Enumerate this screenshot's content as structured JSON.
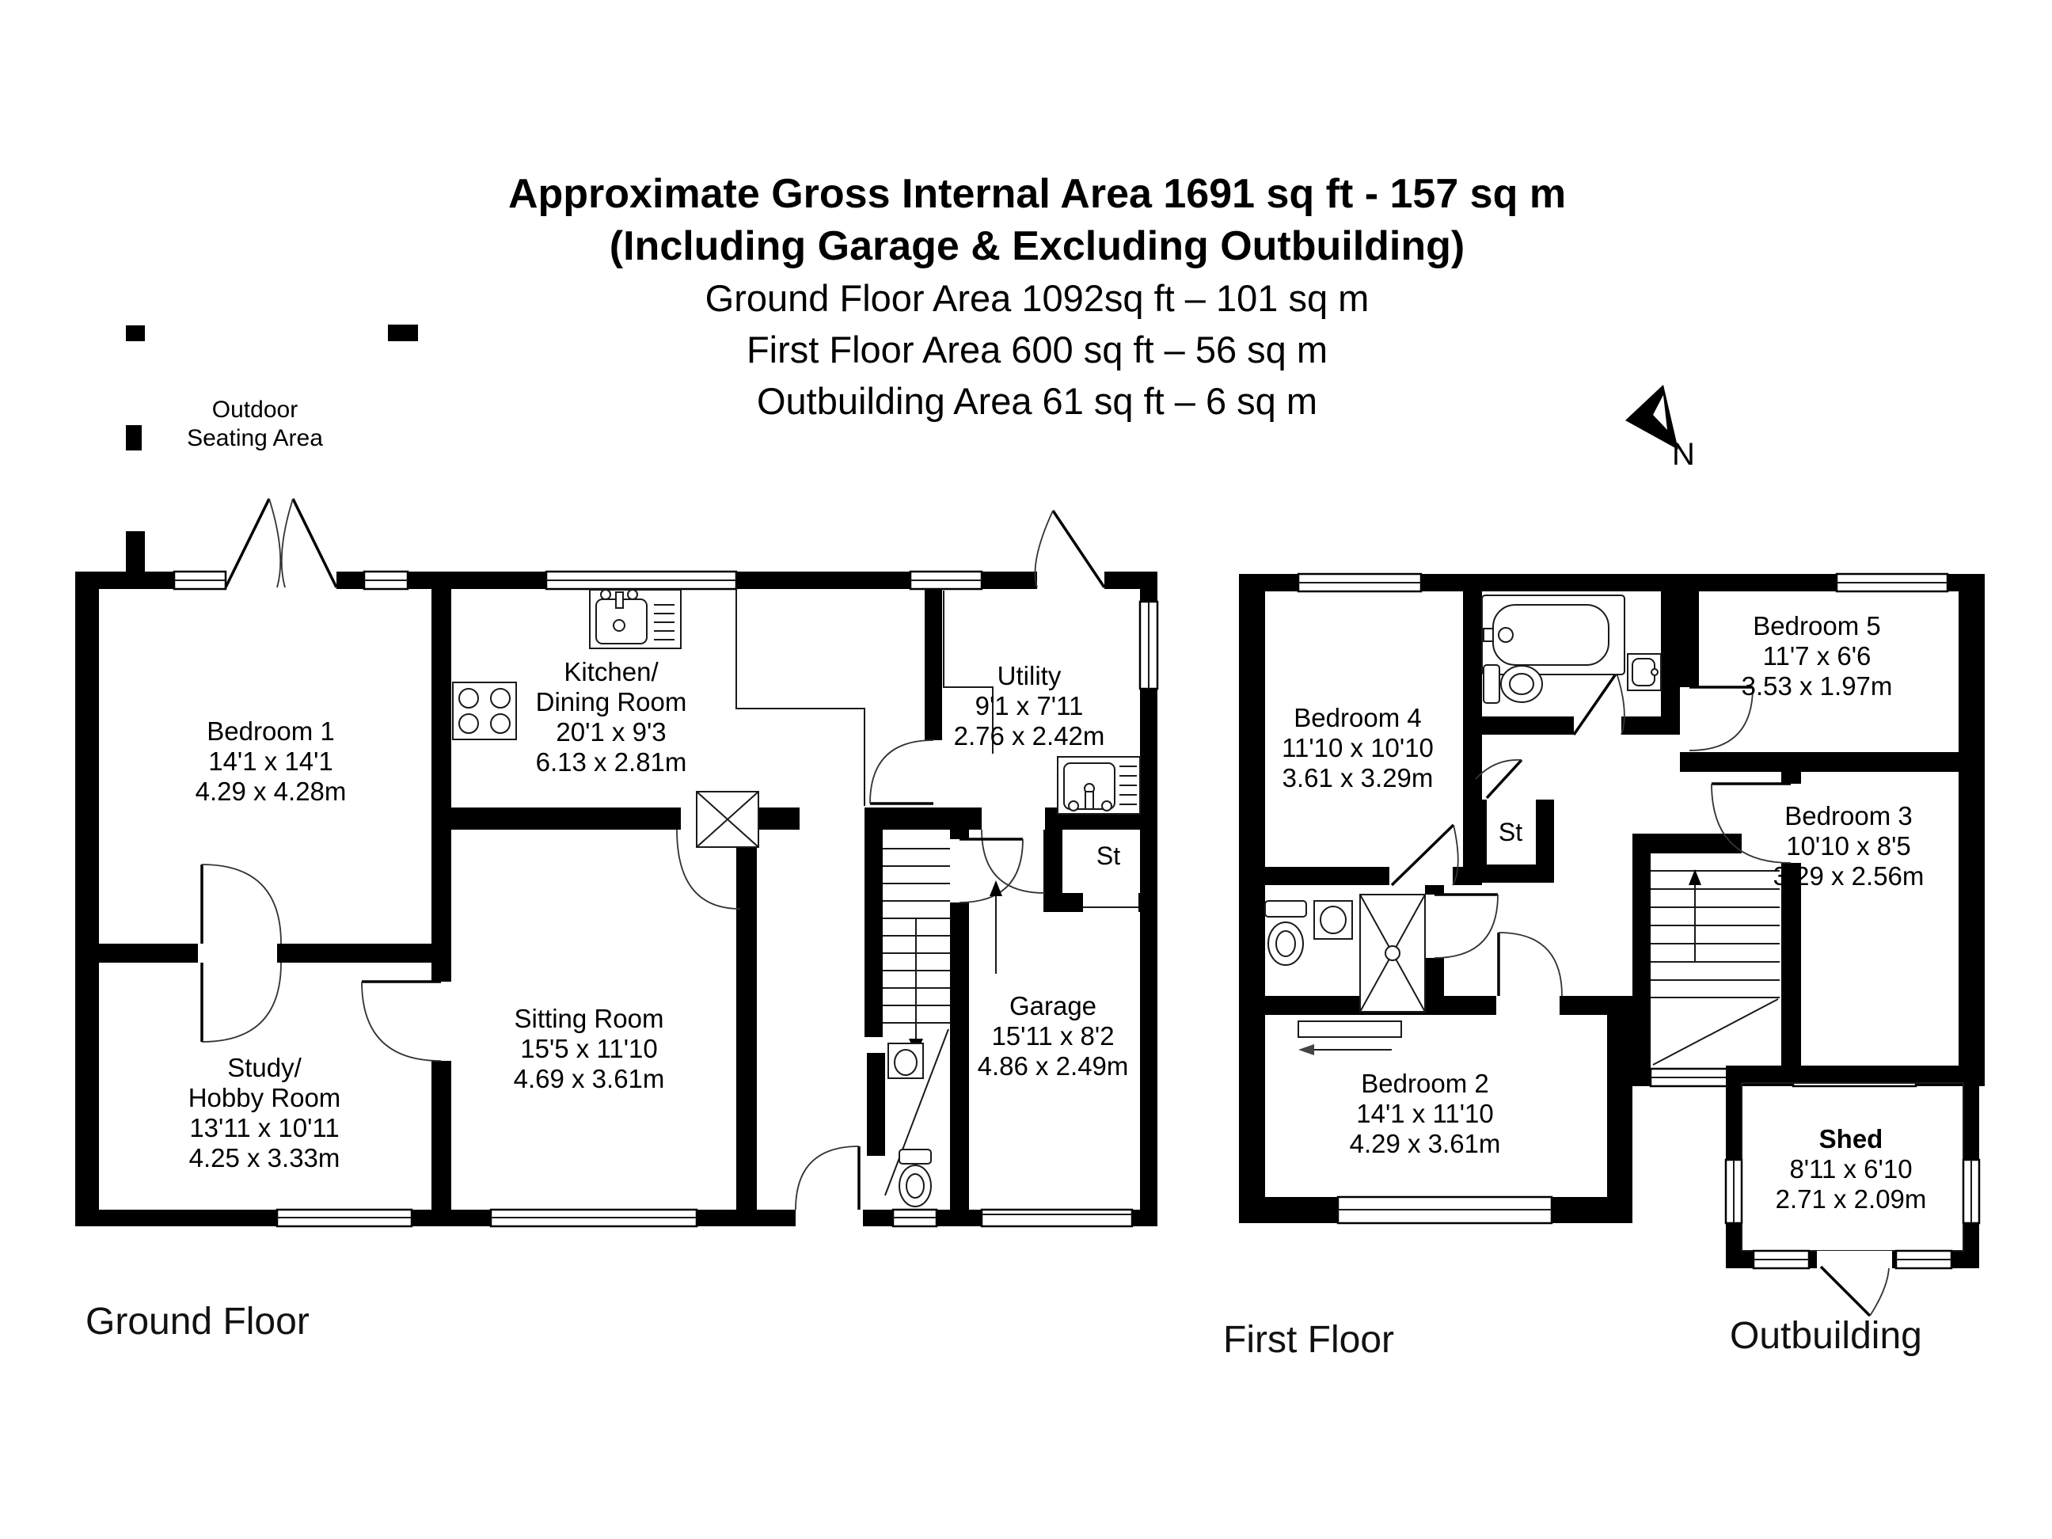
{
  "title": {
    "lines": [
      "Approximate Gross Internal Area 1691 sq ft - 157 sq m",
      "(Including Garage & Excluding Outbuilding)",
      "Ground Floor Area 1092sq ft – 101 sq m",
      "First Floor Area 600 sq ft – 56 sq m",
      "Outbuilding Area 61 sq ft – 6 sq m"
    ]
  },
  "compass": {
    "label": "N"
  },
  "outdoor_seating": {
    "lines": [
      "Outdoor",
      "Seating Area"
    ]
  },
  "ground_floor": {
    "caption": "Ground Floor",
    "st_label": "St",
    "rooms": {
      "bedroom1": {
        "name": "Bedroom 1",
        "imperial": "14'1 x 14'1",
        "metric": "4.29 x 4.28m"
      },
      "kitchen": {
        "name": "Kitchen/",
        "name2": "Dining Room",
        "imperial": "20'1 x 9'3",
        "metric": "6.13 x 2.81m"
      },
      "utility": {
        "name": "Utility",
        "imperial": "9'1 x 7'11",
        "metric": "2.76 x 2.42m"
      },
      "sitting": {
        "name": "Sitting Room",
        "imperial": "15'5 x 11'10",
        "metric": "4.69 x 3.61m"
      },
      "study": {
        "name": "Study/",
        "name2": "Hobby Room",
        "imperial": "13'11 x 10'11",
        "metric": "4.25 x 3.33m"
      },
      "garage": {
        "name": "Garage",
        "imperial": "15'11 x 8'2",
        "metric": "4.86 x 2.49m"
      }
    }
  },
  "first_floor": {
    "caption": "First Floor",
    "st_label": "St",
    "rooms": {
      "bedroom4": {
        "name": "Bedroom 4",
        "imperial": "11'10 x 10'10",
        "metric": "3.61 x 3.29m"
      },
      "bedroom5": {
        "name": "Bedroom 5",
        "imperial": "11'7 x 6'6",
        "metric": "3.53 x 1.97m"
      },
      "bedroom3": {
        "name": "Bedroom 3",
        "imperial": "10'10 x 8'5",
        "metric": "3.29 x 2.56m"
      },
      "bedroom2": {
        "name": "Bedroom 2",
        "imperial": "14'1 x 11'10",
        "metric": "4.29 x 3.61m"
      }
    }
  },
  "outbuilding": {
    "caption": "Outbuilding",
    "rooms": {
      "shed": {
        "name": "Shed",
        "imperial": "8'11 x 6'10",
        "metric": "2.71 x 2.09m"
      }
    }
  }
}
